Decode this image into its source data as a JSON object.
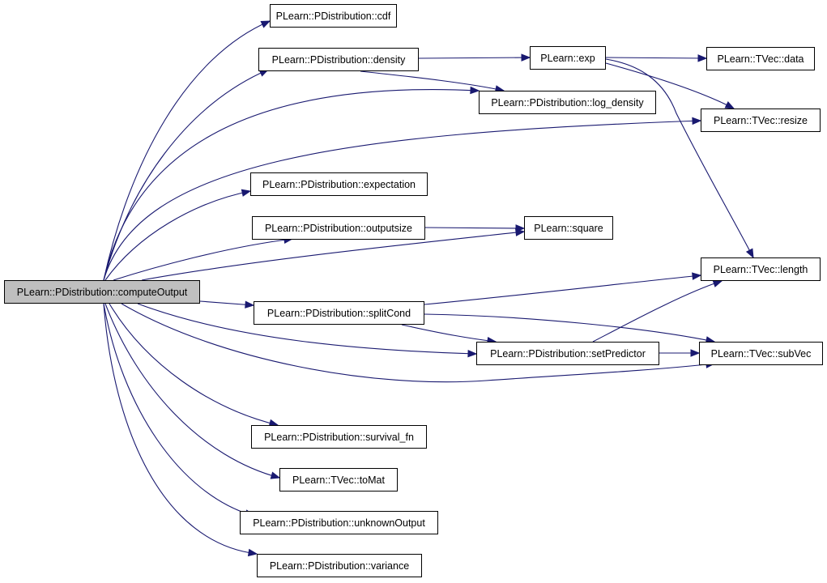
{
  "diagram": {
    "colors": {
      "edge": "#191970",
      "node_border": "#000000",
      "root_fill": "#bfbfbf",
      "node_fill": "#ffffff"
    },
    "nodes": [
      {
        "id": "computeOutput",
        "label": "PLearn::PDistribution::computeOutput",
        "root": true
      },
      {
        "id": "cdf",
        "label": "PLearn::PDistribution::cdf"
      },
      {
        "id": "density",
        "label": "PLearn::PDistribution::density"
      },
      {
        "id": "exp",
        "label": "PLearn::exp"
      },
      {
        "id": "tvec_data",
        "label": "PLearn::TVec::data"
      },
      {
        "id": "log_density",
        "label": "PLearn::PDistribution::log_density"
      },
      {
        "id": "tvec_resize",
        "label": "PLearn::TVec::resize"
      },
      {
        "id": "expectation",
        "label": "PLearn::PDistribution::expectation"
      },
      {
        "id": "outputsize",
        "label": "PLearn::PDistribution::outputsize"
      },
      {
        "id": "square",
        "label": "PLearn::square"
      },
      {
        "id": "tvec_length",
        "label": "PLearn::TVec::length"
      },
      {
        "id": "splitCond",
        "label": "PLearn::PDistribution::splitCond"
      },
      {
        "id": "setPredictor",
        "label": "PLearn::PDistribution::setPredictor"
      },
      {
        "id": "tvec_subVec",
        "label": "PLearn::TVec::subVec"
      },
      {
        "id": "survival_fn",
        "label": "PLearn::PDistribution::survival_fn"
      },
      {
        "id": "tvec_toMat",
        "label": "PLearn::TVec::toMat"
      },
      {
        "id": "unknownOutput",
        "label": "PLearn::PDistribution::unknownOutput"
      },
      {
        "id": "variance",
        "label": "PLearn::PDistribution::variance"
      }
    ],
    "edges": [
      {
        "from": "computeOutput",
        "to": "cdf"
      },
      {
        "from": "computeOutput",
        "to": "density"
      },
      {
        "from": "computeOutput",
        "to": "log_density"
      },
      {
        "from": "computeOutput",
        "to": "tvec_resize"
      },
      {
        "from": "computeOutput",
        "to": "expectation"
      },
      {
        "from": "computeOutput",
        "to": "outputsize"
      },
      {
        "from": "computeOutput",
        "to": "square"
      },
      {
        "from": "computeOutput",
        "to": "splitCond"
      },
      {
        "from": "computeOutput",
        "to": "setPredictor"
      },
      {
        "from": "computeOutput",
        "to": "tvec_subVec"
      },
      {
        "from": "computeOutput",
        "to": "survival_fn"
      },
      {
        "from": "computeOutput",
        "to": "tvec_toMat"
      },
      {
        "from": "computeOutput",
        "to": "unknownOutput"
      },
      {
        "from": "computeOutput",
        "to": "variance"
      },
      {
        "from": "density",
        "to": "exp"
      },
      {
        "from": "density",
        "to": "log_density"
      },
      {
        "from": "exp",
        "to": "tvec_data"
      },
      {
        "from": "exp",
        "to": "tvec_resize"
      },
      {
        "from": "exp",
        "to": "tvec_length"
      },
      {
        "from": "outputsize",
        "to": "square"
      },
      {
        "from": "splitCond",
        "to": "tvec_length"
      },
      {
        "from": "splitCond",
        "to": "setPredictor"
      },
      {
        "from": "splitCond",
        "to": "tvec_subVec"
      },
      {
        "from": "setPredictor",
        "to": "tvec_length"
      },
      {
        "from": "setPredictor",
        "to": "tvec_subVec"
      }
    ]
  }
}
